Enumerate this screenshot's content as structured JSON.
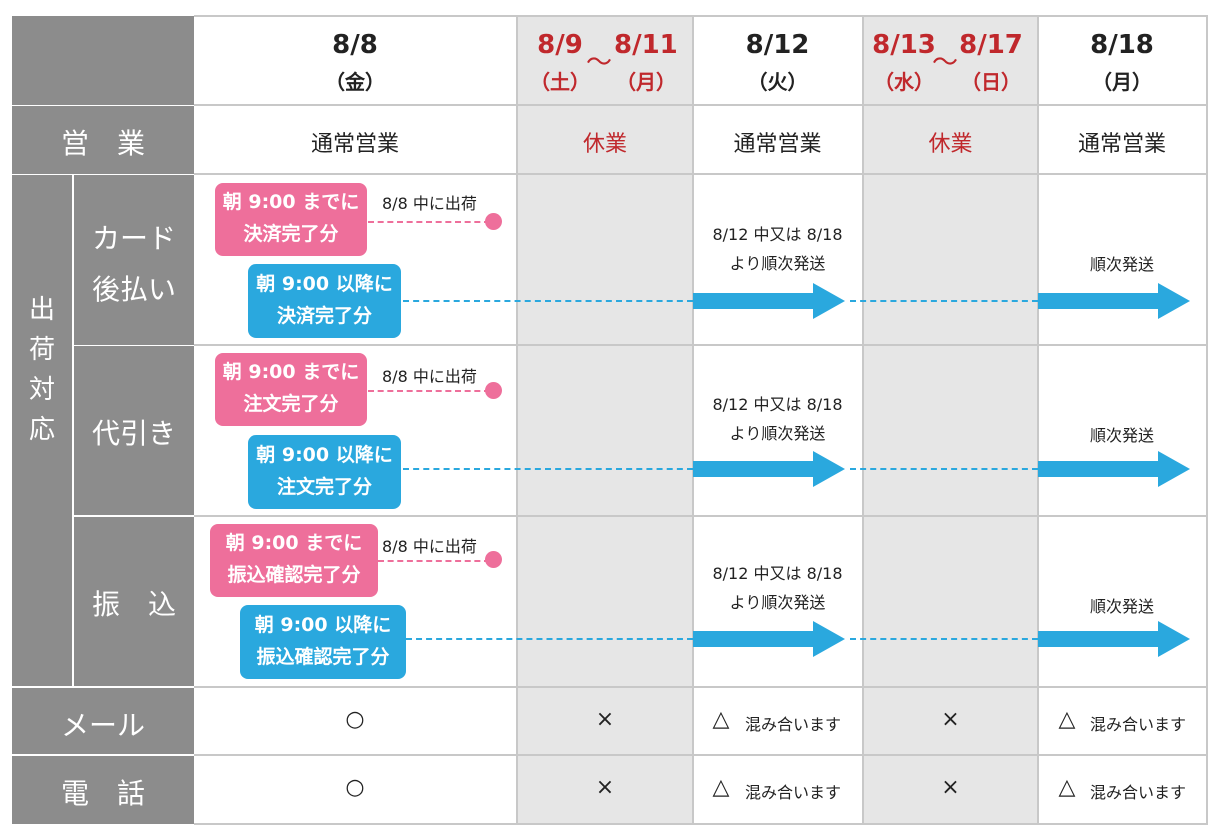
{
  "colors": {
    "header_gray": "#8c8c8c",
    "holiday_gray": "#e6e6e6",
    "holiday_red": "#c0282c",
    "pink": "#ee6f9b",
    "blue": "#2aa8de"
  },
  "header": {
    "cols": [
      {
        "date": "8/8",
        "day": "（金）"
      },
      {
        "date_from": "8/9",
        "date_to": "8/11",
        "day_from": "（土）",
        "day_to": "（月）"
      },
      {
        "date": "8/12",
        "day": "（火）"
      },
      {
        "date_from": "8/13",
        "date_to": "8/17",
        "day_from": "（水）",
        "day_to": "（日）"
      },
      {
        "date": "8/18",
        "day": "（月）"
      }
    ],
    "tilde": "～"
  },
  "rows": {
    "business": {
      "label": "営　業",
      "values": [
        "通常営業",
        "休業",
        "通常営業",
        "休業",
        "通常営業"
      ]
    },
    "shipping_label": "出荷対応",
    "card": {
      "label_line1": "カード",
      "label_line2": "後払い",
      "before_line1": "朝 9:00 までに",
      "before_line2": "決済完了分",
      "after_line1": "朝 9:00 以降に",
      "after_line2": "決済完了分"
    },
    "cod": {
      "label": "代引き",
      "before_line1": "朝 9:00 までに",
      "before_line2": "注文完了分",
      "after_line1": "朝 9:00 以降に",
      "after_line2": "注文完了分"
    },
    "transfer": {
      "label": "振　込",
      "before_line1": "朝 9:00 までに",
      "before_line2": "振込確認完了分",
      "after_line1": "朝 9:00 以降に",
      "after_line2": "振込確認完了分"
    },
    "ship_same_day": "8/8 中に出荷",
    "ship_812_line1": "8/12 中又は 8/18",
    "ship_812_line2": "より順次発送",
    "ship_818": "順次発送",
    "mail": {
      "label": "メール",
      "v1": "○",
      "v2": "×",
      "v3_sym": "△",
      "v3_text": "混み合います",
      "v4": "×",
      "v5_sym": "△",
      "v5_text": "混み合います"
    },
    "phone": {
      "label": "電　話",
      "v1": "○",
      "v2": "×",
      "v3_sym": "△",
      "v3_text": "混み合います",
      "v4": "×",
      "v5_sym": "△",
      "v5_text": "混み合います"
    }
  }
}
